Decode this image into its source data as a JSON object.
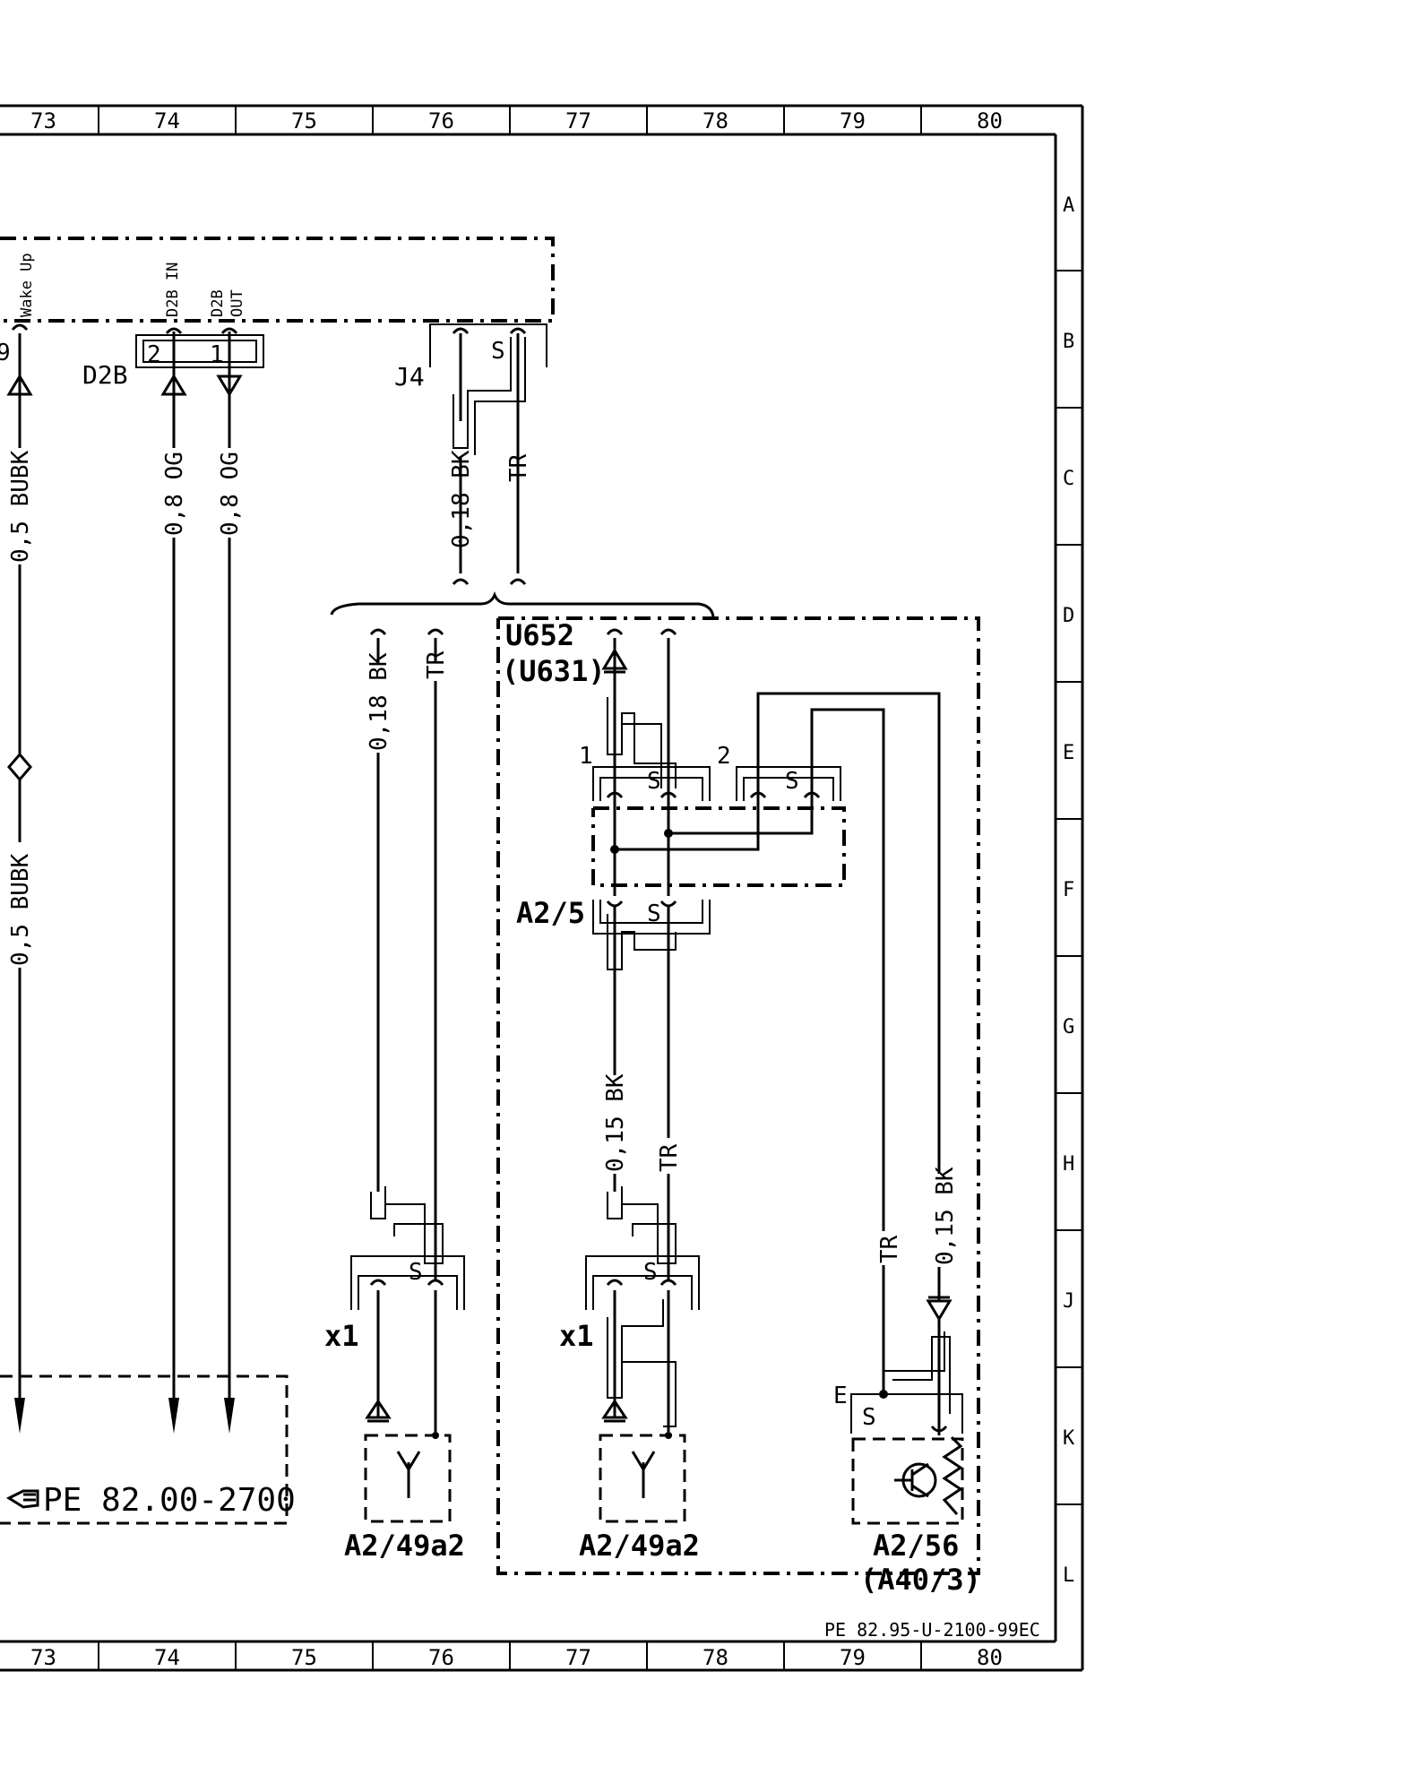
{
  "grid": {
    "columns": [
      "73",
      "74",
      "75",
      "76",
      "77",
      "78",
      "79",
      "80"
    ],
    "rows": [
      "A",
      "B",
      "C",
      "D",
      "E",
      "F",
      "G",
      "H",
      "J",
      "K",
      "L"
    ]
  },
  "signals": {
    "wake_up": "Wake Up",
    "d2b_in": "D2B IN",
    "d2b_out_top": "D2B",
    "d2b_out_bottom": "OUT"
  },
  "pins": {
    "p9": "9",
    "p2": "2",
    "p1": "1",
    "shield": "S",
    "e_pin": "E",
    "conn1": "1",
    "conn2": "2"
  },
  "connectors": {
    "d2b": "D2B",
    "j4": "J4",
    "x1_left": "x1",
    "x1_right": "x1"
  },
  "wires": {
    "bubk_upper": "0,5  BUBK",
    "bubk_lower": "0,5  BUBK",
    "og_1": "0,8  OG",
    "og_2": "0,8  OG",
    "bk018_upper": "0,18  BK",
    "tr_upper": "TR",
    "bk018_lower": "0,18  BK",
    "tr_lower": "TR",
    "bk015_mid": "0,15  BK",
    "tr_mid": "TR",
    "tr_right": "TR",
    "bk015_right": "0,15  BK"
  },
  "components": {
    "u652": "U652",
    "u631": "(U631)",
    "a2_5": "A2/5",
    "a2_49a2_left": "A2/49a2",
    "a2_49a2_right": "A2/49a2",
    "a2_56": "A2/56",
    "a40_3": "(A40/3)"
  },
  "reference": {
    "icon": "hand-pointer-icon",
    "text": "PE  82.00-2700"
  },
  "code": "PE  82.95-U-2100-99EC"
}
